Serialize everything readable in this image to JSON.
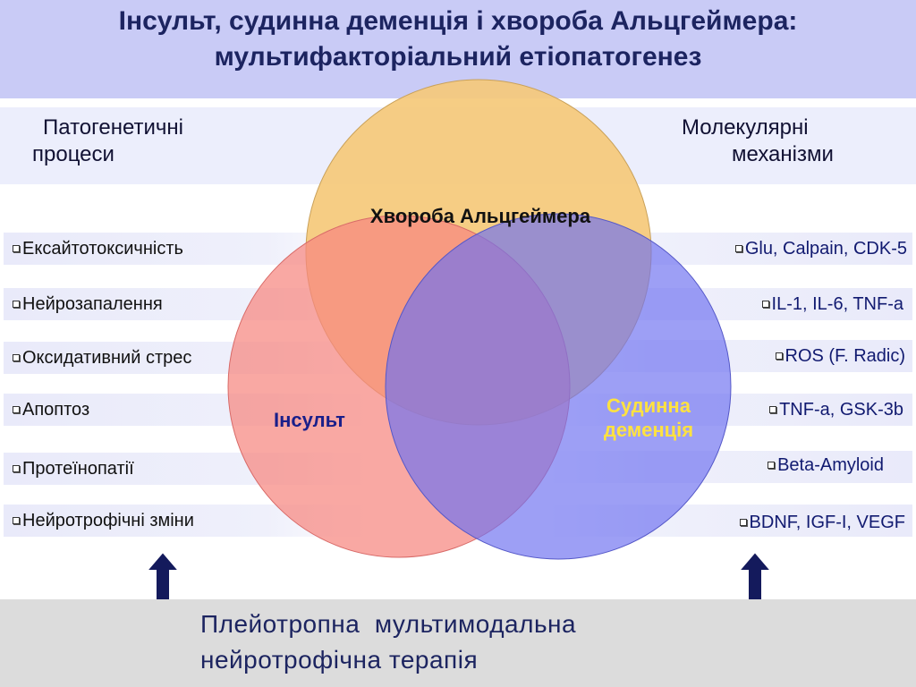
{
  "title": {
    "line1": "Інсульт, судинна деменція і хвороба Альцгеймера:",
    "line2": "мультифакторіальний етіопатогенез"
  },
  "left_header": {
    "line1": "Патогенетичні",
    "line2": "процеси"
  },
  "right_header": {
    "line1": "Молекулярні",
    "line2": "механізми"
  },
  "left_items": [
    "Ексайтотоксичність",
    "Нейрозапалення",
    "Оксидативний стрес",
    "Апоптоз",
    "Протеїнопатії",
    "Нейротрофічні зміни"
  ],
  "right_items": [
    "Glu, Calpain, CDK-5",
    "IL-1, IL-6, TNF-a",
    "ROS (F. Radic)",
    "TNF-a, GSK-3b",
    "Beta-Amyloid",
    "BDNF, IGF-I, VEGF"
  ],
  "circles": {
    "alzheimer": {
      "label": "Хвороба Альцгеймера",
      "color": "#f5c97a"
    },
    "stroke": {
      "label": "Інсульт",
      "color": "#f7867f"
    },
    "vascular": {
      "line1": "Судинна",
      "line2": "деменція",
      "color": "#6f72f0"
    }
  },
  "bottom": {
    "line1": "Плейотропна  мультимодальна",
    "line2": "нейротрофічна терапія"
  },
  "colors": {
    "title_band": "#c9cbf6",
    "title_text": "#1c2460",
    "arrow": "#141a5c",
    "bottom_band": "#dcdcdc",
    "vascular_label": "#ffe240",
    "stroke_label": "#1a1f8a"
  }
}
